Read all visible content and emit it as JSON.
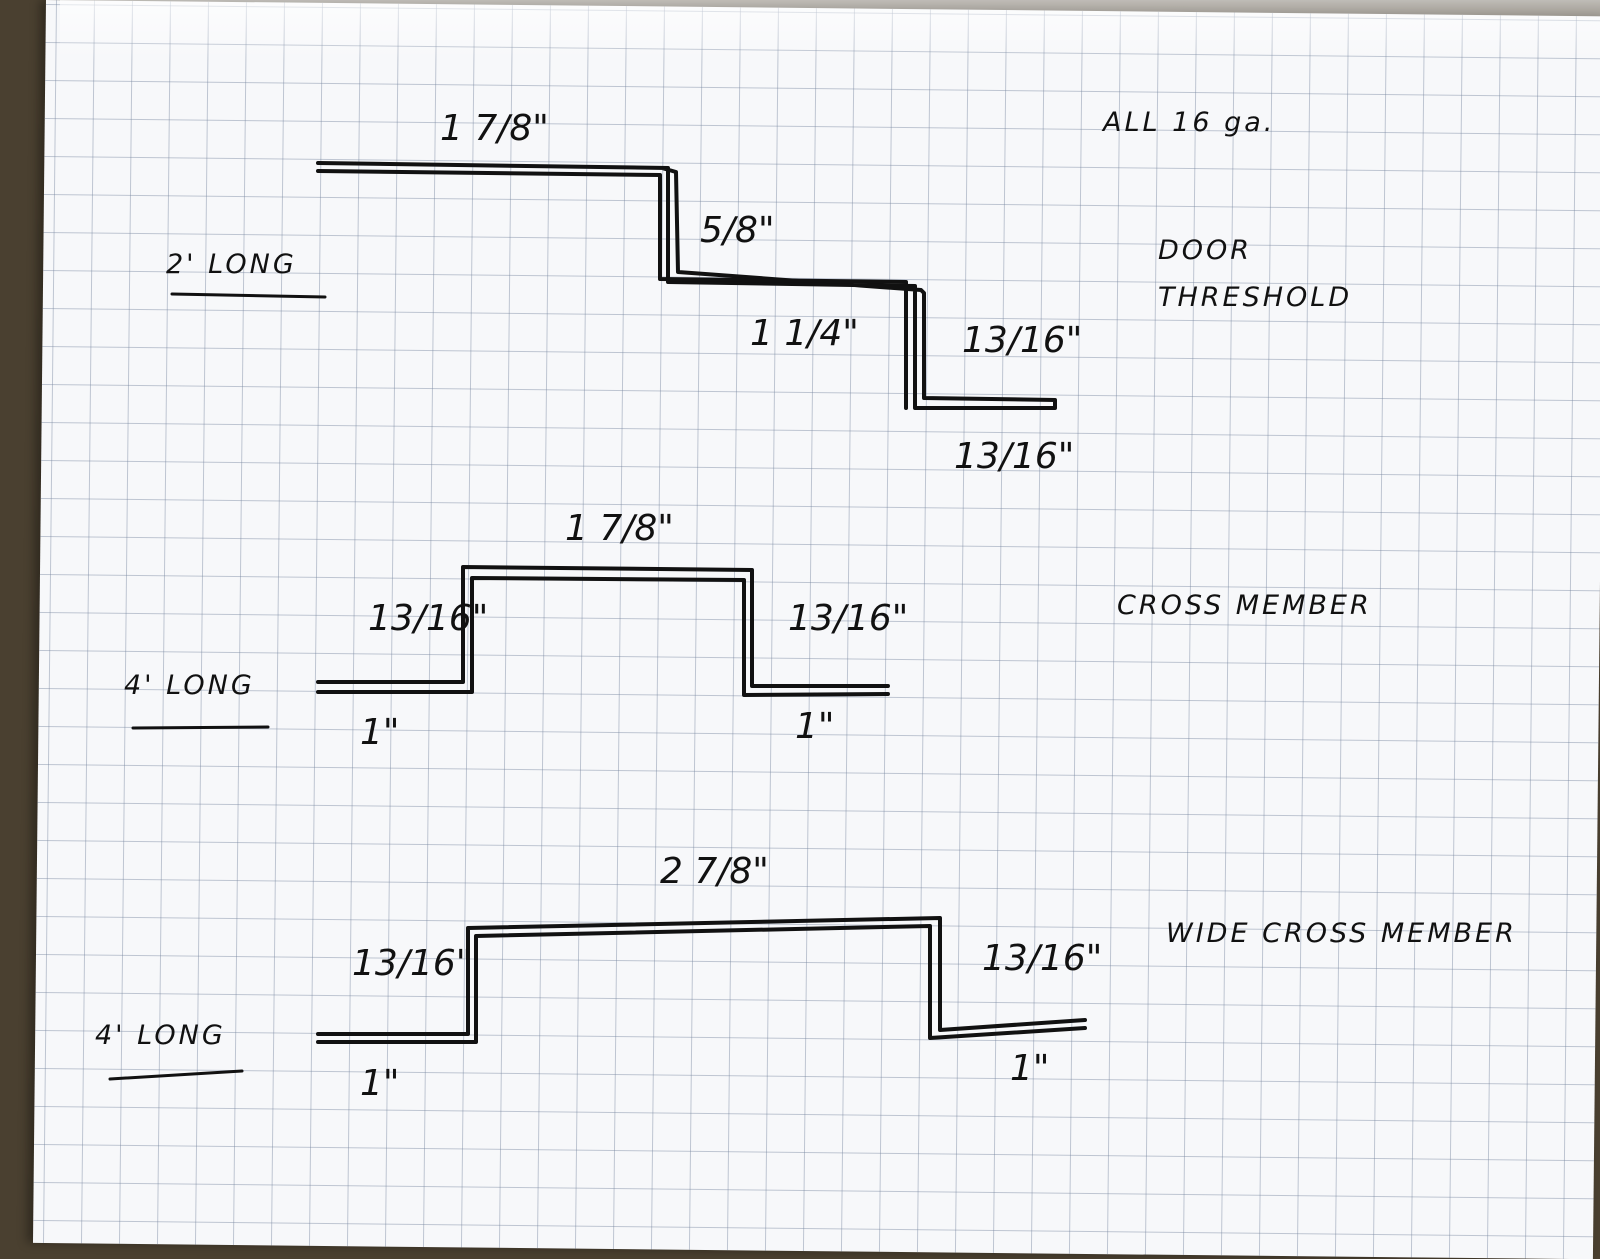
{
  "notes": {
    "gauge": "ALL 16 ga."
  },
  "parts": [
    {
      "name": "DOOR THRESHOLD",
      "name_line1": "DOOR",
      "name_line2": "THRESHOLD",
      "length": "2' LONG",
      "dims": {
        "top_flange": "1 7/8\"",
        "first_rise": "5/8\"",
        "middle_step": "1 1/4\"",
        "second_rise": "13/16\"",
        "bottom_flange": "13/16\""
      }
    },
    {
      "name": "CROSS MEMBER",
      "length": "4' LONG",
      "dims": {
        "top": "1 7/8\"",
        "left_side": "13/16\"",
        "right_side": "13/16\"",
        "left_flange": "1\"",
        "right_flange": "1\""
      }
    },
    {
      "name": "WIDE CROSS MEMBER",
      "length": "4' LONG",
      "dims": {
        "top": "2 7/8\"",
        "left_side": "13/16\"",
        "right_side": "13/16\"",
        "left_flange": "1\"",
        "right_flange": "1\""
      }
    }
  ],
  "colors": {
    "paper": "#f7f8fa",
    "grid": "#8796ad",
    "ink": "#111111",
    "background": "#4a4030"
  }
}
